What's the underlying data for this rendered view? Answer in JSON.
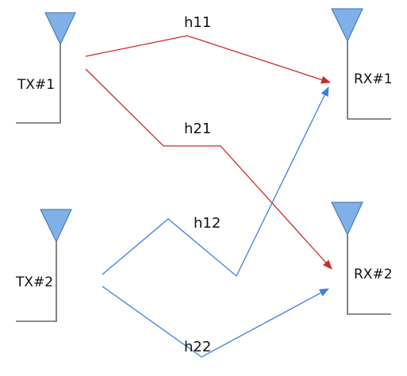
{
  "colors": {
    "antenna_fill": "#7fb0e8",
    "antenna_stroke": "#3a6fb0",
    "mount_stroke": "#666666",
    "path_red": "#cc2a2a",
    "path_blue": "#3d7fe0"
  },
  "nodes": {
    "tx1": {
      "label": "TX#1",
      "icon": "antenna-icon"
    },
    "tx2": {
      "label": "TX#2",
      "icon": "antenna-icon"
    },
    "rx1": {
      "label": "RX#1",
      "icon": "antenna-icon"
    },
    "rx2": {
      "label": "RX#2",
      "icon": "antenna-icon"
    }
  },
  "channels": {
    "h11": {
      "label": "h11",
      "from": "TX#1",
      "to": "RX#1",
      "color": "red"
    },
    "h21": {
      "label": "h21",
      "from": "TX#1",
      "to": "RX#2",
      "color": "red"
    },
    "h12": {
      "label": "h12",
      "from": "TX#2",
      "to": "RX#1",
      "color": "blue"
    },
    "h22": {
      "label": "h22",
      "from": "TX#2",
      "to": "RX#2",
      "color": "blue"
    }
  }
}
